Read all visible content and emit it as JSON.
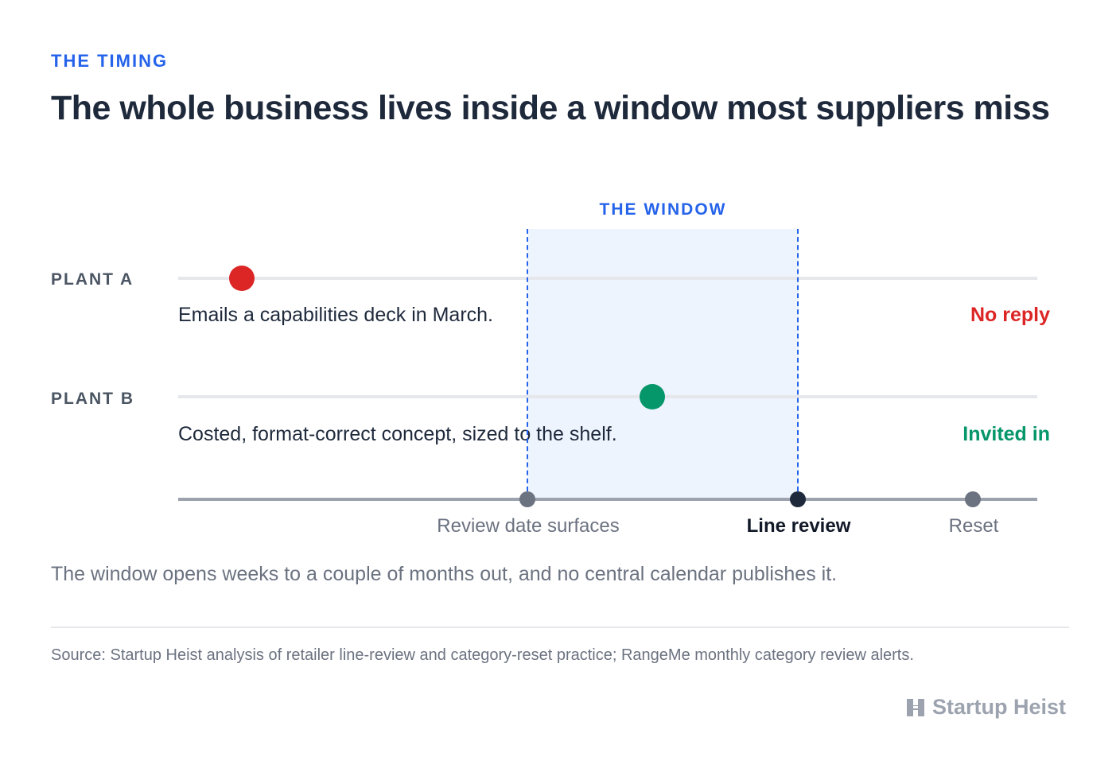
{
  "header": {
    "eyebrow": "THE TIMING",
    "title": "The whole business lives inside a window most suppliers miss"
  },
  "window": {
    "label": "THE WINDOW"
  },
  "rows": [
    {
      "label": "PLANT A",
      "description": "Emails a capabilities deck in March.",
      "outcome": "No reply",
      "outcome_color": "#dc2626",
      "dot_color": "#dc2626"
    },
    {
      "label": "PLANT B",
      "description": "Costed, format-correct concept, sized to the shelf.",
      "outcome": "Invited in",
      "outcome_color": "#059669",
      "dot_color": "#059669"
    }
  ],
  "timeline": {
    "milestones": [
      {
        "label": "Review date surfaces",
        "color": "#6b7280",
        "emphasis": false
      },
      {
        "label": "Line review",
        "color": "#1e293b",
        "emphasis": true
      },
      {
        "label": "Reset",
        "color": "#6b7280",
        "emphasis": false
      }
    ]
  },
  "note": "The window opens weeks to a couple of months out, and no central calendar publishes it.",
  "source": "Source: Startup Heist analysis of retailer line-review and category-reset practice; RangeMe monthly category review alerts.",
  "brand": {
    "name": "Startup Heist",
    "icon": "heist-logo-icon"
  },
  "colors": {
    "accent": "#2563eb",
    "window_fill": "#eef4fe"
  }
}
